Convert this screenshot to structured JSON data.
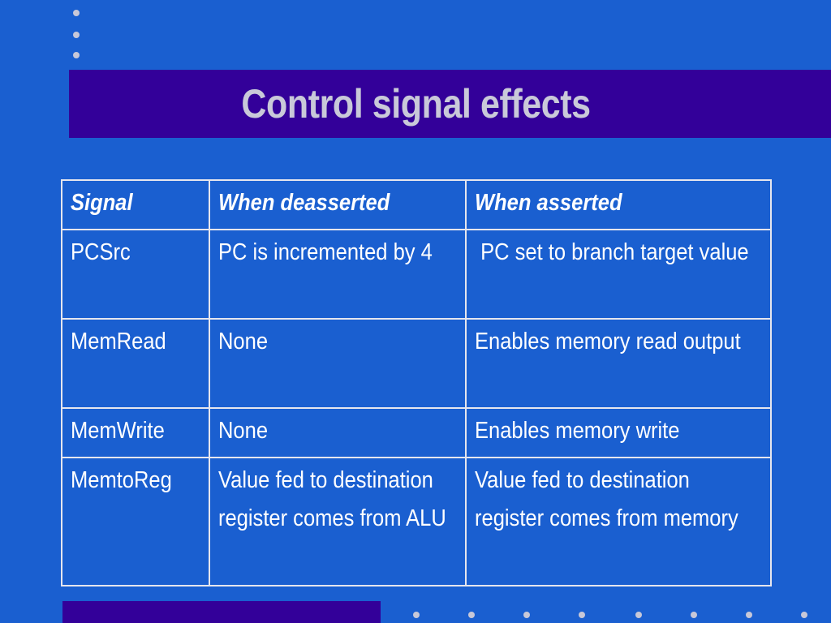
{
  "slide": {
    "title": "Control signal effects"
  },
  "table": {
    "headers": [
      "Signal",
      "When deasserted",
      "When asserted"
    ],
    "rows": [
      [
        "PCSrc",
        "PC is incremented by 4",
        " PC set to branch target value"
      ],
      [
        "MemRead",
        "None",
        "Enables memory read output"
      ],
      [
        "MemWrite",
        "None",
        "Enables memory write"
      ],
      [
        "MemtoReg",
        "Value fed to destination register comes from ALU",
        "Value fed to destination register comes from memory"
      ]
    ]
  },
  "colors": {
    "background": "#1a5fd0",
    "accent_bar": "#330099",
    "title_text": "#c9c9d9",
    "cell_text": "#ffffff",
    "grid_lines": "#e6e6ee",
    "dots": "#c8c8d8"
  }
}
